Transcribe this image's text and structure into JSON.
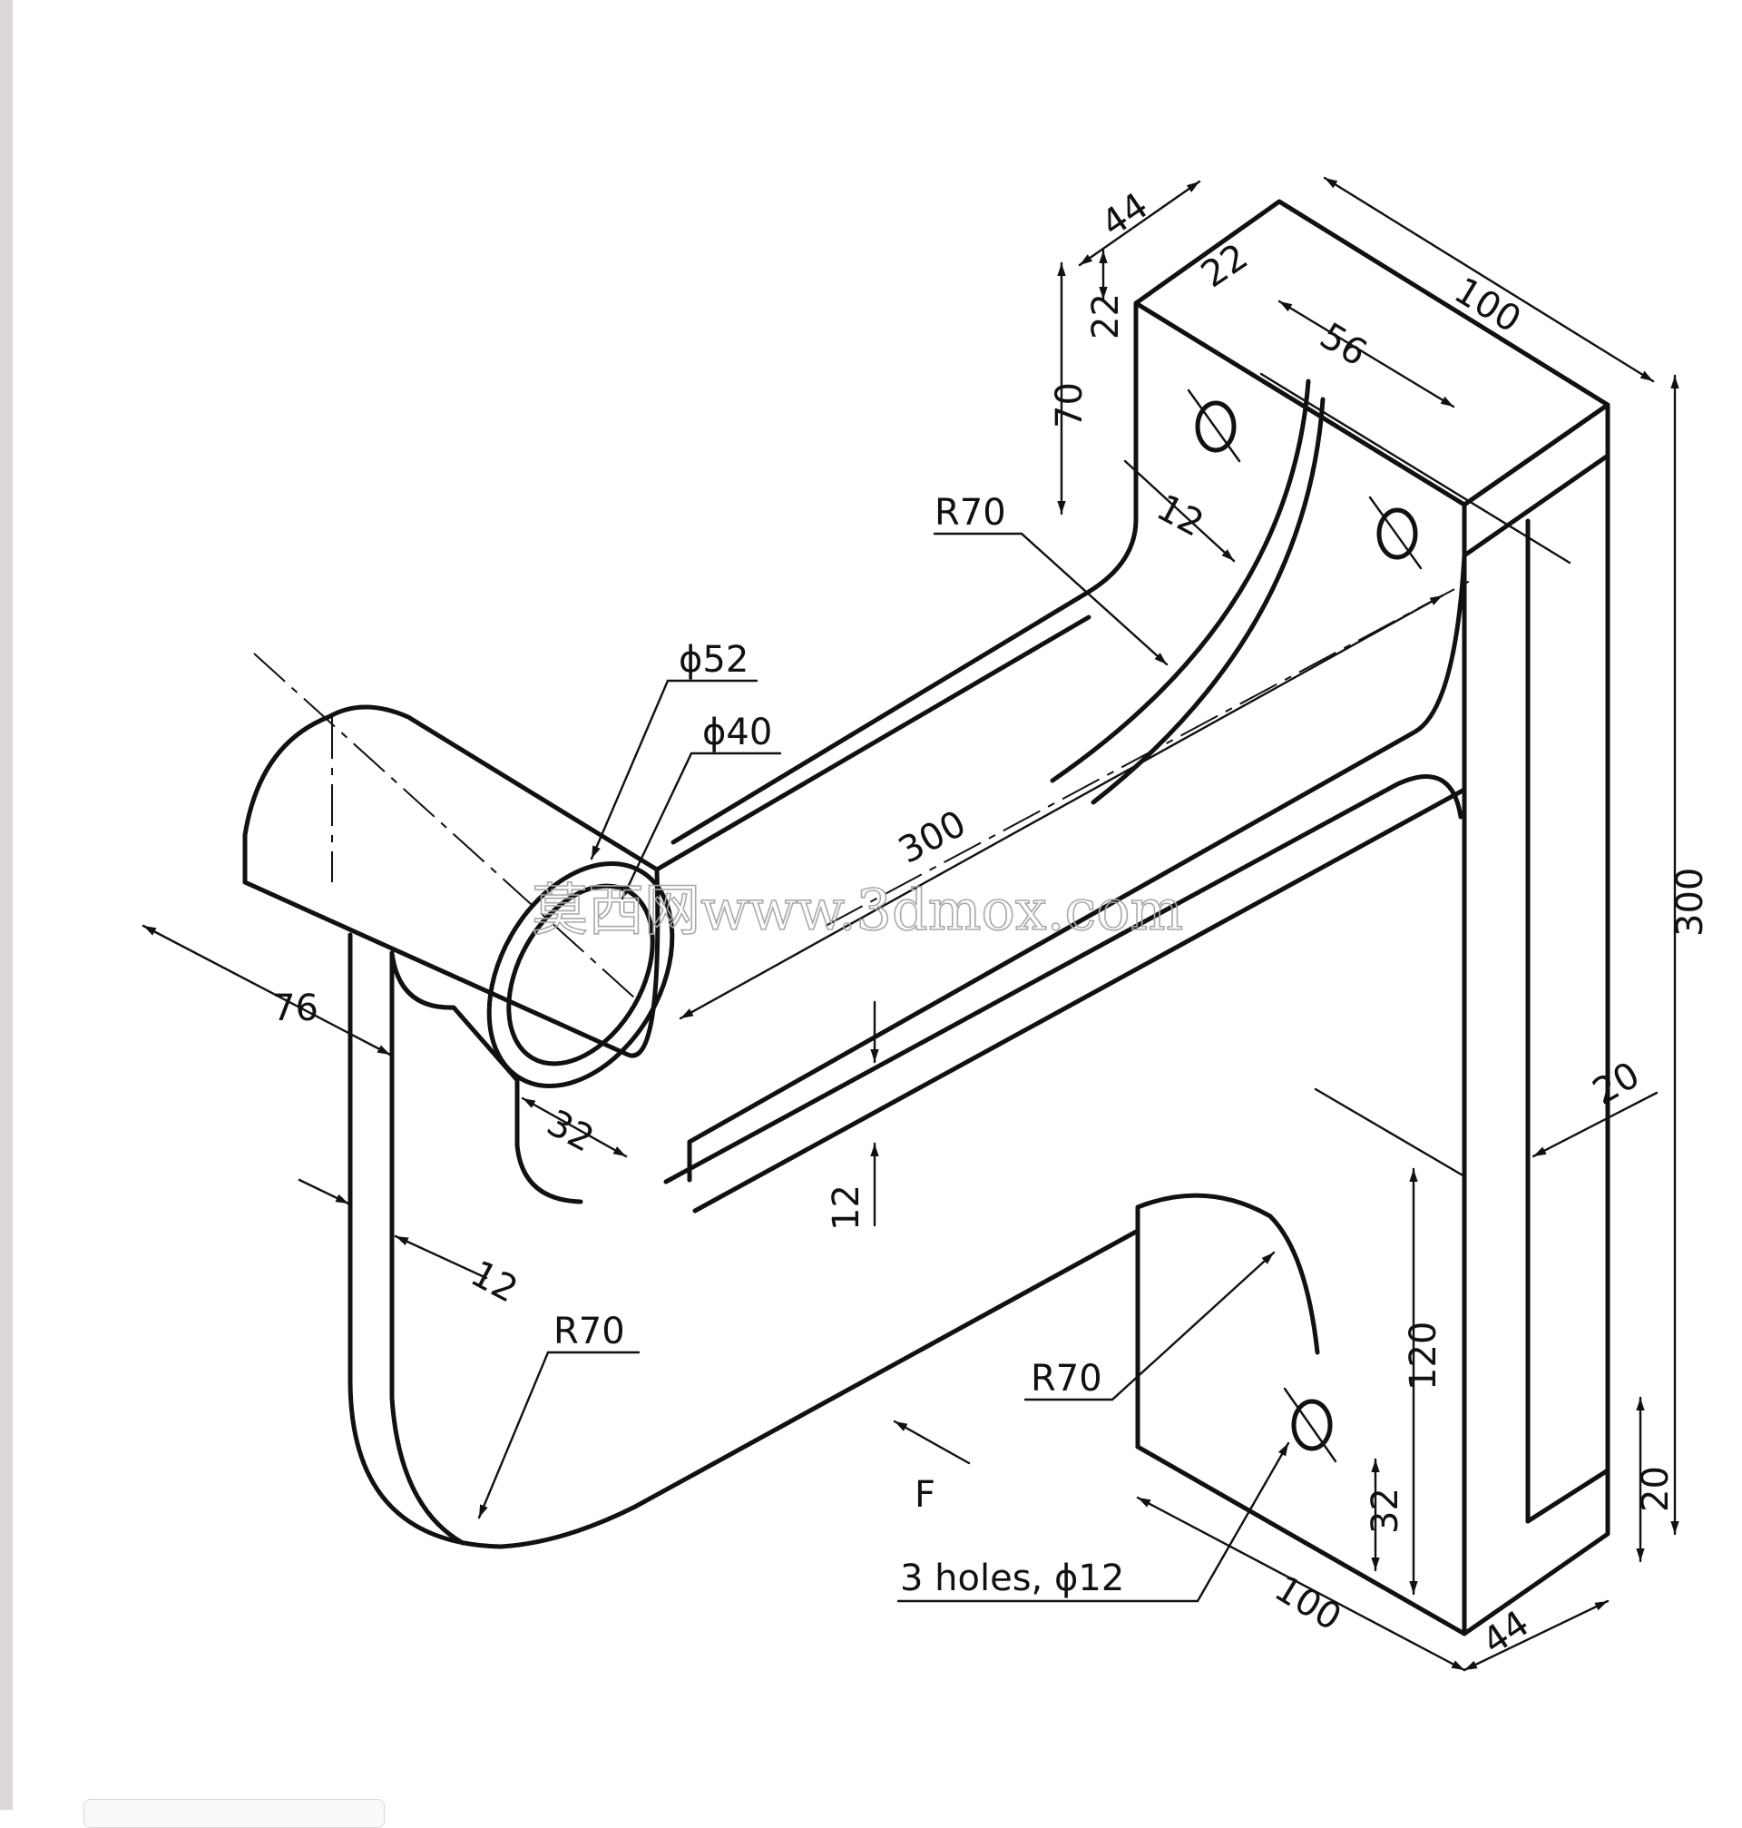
{
  "dimensions": {
    "top_depth": "44",
    "top_hole_offset": "22",
    "top_hole_spacing": "56",
    "top_width": "100",
    "top_thickness": "22",
    "top_hole_height": "70",
    "rib_thickness": "12",
    "upper_bend_radius": "R70",
    "boss_outer_diameter": "ϕ52",
    "boss_inner_diameter": "ϕ40",
    "arm_length": "300",
    "total_height": "300",
    "boss_length": "76",
    "web_thickness_side": "20",
    "arm_offset": "32",
    "arm_thickness": "12",
    "lower_rib_thickness": "12",
    "lower_bend_radius": "R70",
    "base_cut_radius": "R70",
    "lower_web_height": "120",
    "base_hole_offset": "32",
    "base_height": "20",
    "base_width": "100",
    "base_depth": "44"
  },
  "notes": {
    "holes": "3 holes, ϕ12",
    "view_arrow": "F"
  },
  "watermark": "莫西网www.3dmox.com"
}
